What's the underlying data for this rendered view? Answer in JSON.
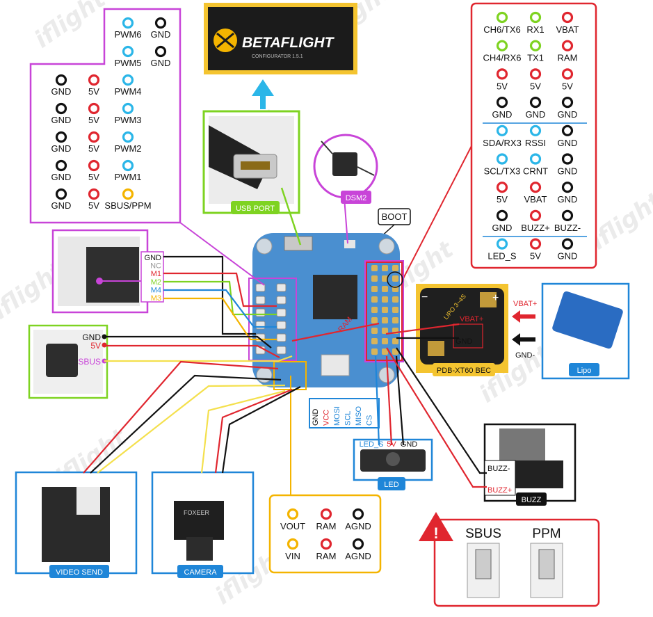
{
  "colors": {
    "magenta": "#c844d8",
    "red": "#e0262f",
    "green": "#7ed321",
    "blue": "#1f86d8",
    "yellow": "#f4b400",
    "cyan": "#2bb6e8",
    "black": "#111111"
  },
  "watermark": "iflight",
  "pwm_panel": {
    "rows": [
      {
        "pins": [
          {
            "c": "cyan",
            "t": "PWM6"
          },
          {
            "c": "black",
            "t": "GND"
          }
        ]
      },
      {
        "pins": [
          {
            "c": "cyan",
            "t": "PWM5"
          },
          {
            "c": "black",
            "t": "GND"
          }
        ]
      },
      {
        "pins": [
          {
            "c": "black",
            "t": "GND"
          },
          {
            "c": "red",
            "t": "5V"
          },
          {
            "c": "cyan",
            "t": "PWM4"
          }
        ]
      },
      {
        "pins": [
          {
            "c": "black",
            "t": "GND"
          },
          {
            "c": "red",
            "t": "5V"
          },
          {
            "c": "cyan",
            "t": "PWM3"
          }
        ]
      },
      {
        "pins": [
          {
            "c": "black",
            "t": "GND"
          },
          {
            "c": "red",
            "t": "5V"
          },
          {
            "c": "cyan",
            "t": "PWM2"
          }
        ]
      },
      {
        "pins": [
          {
            "c": "black",
            "t": "GND"
          },
          {
            "c": "red",
            "t": "5V"
          },
          {
            "c": "cyan",
            "t": "PWM1"
          }
        ]
      },
      {
        "pins": [
          {
            "c": "black",
            "t": "GND"
          },
          {
            "c": "red",
            "t": "5V"
          },
          {
            "c": "yellow",
            "t": "SBUS/PPM"
          }
        ]
      }
    ]
  },
  "uart_panel": {
    "rows": [
      [
        {
          "c": "green",
          "t": "CH6/TX6"
        },
        {
          "c": "green",
          "t": "RX1"
        },
        {
          "c": "red",
          "t": "VBAT"
        }
      ],
      [
        {
          "c": "green",
          "t": "CH4/RX6"
        },
        {
          "c": "green",
          "t": "TX1"
        },
        {
          "c": "red",
          "t": "RAM"
        }
      ],
      [
        {
          "c": "red",
          "t": "5V"
        },
        {
          "c": "red",
          "t": "5V"
        },
        {
          "c": "red",
          "t": "5V"
        }
      ],
      [
        {
          "c": "black",
          "t": "GND"
        },
        {
          "c": "black",
          "t": "GND"
        },
        {
          "c": "black",
          "t": "GND"
        }
      ],
      [
        {
          "c": "cyan",
          "t": "SDA/RX3"
        },
        {
          "c": "cyan",
          "t": "RSSI"
        },
        {
          "c": "black",
          "t": "GND"
        }
      ],
      [
        {
          "c": "cyan",
          "t": "SCL/TX3"
        },
        {
          "c": "cyan",
          "t": "CRNT"
        },
        {
          "c": "black",
          "t": "GND"
        }
      ],
      [
        {
          "c": "red",
          "t": "5V"
        },
        {
          "c": "red",
          "t": "VBAT"
        },
        {
          "c": "black",
          "t": "GND"
        }
      ],
      [
        {
          "c": "black",
          "t": "GND"
        },
        {
          "c": "red",
          "t": "BUZZ+"
        },
        {
          "c": "black",
          "t": "BUZZ-"
        }
      ],
      [
        {
          "c": "cyan",
          "t": "LED_S"
        },
        {
          "c": "red",
          "t": "5V"
        },
        {
          "c": "black",
          "t": "GND"
        }
      ]
    ]
  },
  "vtx_panel": {
    "rows": [
      [
        {
          "c": "yellow",
          "t": "VOUT"
        },
        {
          "c": "red",
          "t": "RAM"
        },
        {
          "c": "black",
          "t": "AGND"
        }
      ],
      [
        {
          "c": "yellow",
          "t": "VIN"
        },
        {
          "c": "red",
          "t": "RAM"
        },
        {
          "c": "black",
          "t": "AGND"
        }
      ]
    ]
  },
  "betaflight": {
    "name": "BETAFLIGHT",
    "sub": "CONFIGURATOR 1.5.1"
  },
  "tags": {
    "usb": "USB PORT",
    "dsm2": "DSM2",
    "boot": "BOOT",
    "pdb": "PDB-XT60 BEC",
    "lipo": "Lipo",
    "led": "LED",
    "buzz": "BUZZ",
    "video": "VIDEO SEND",
    "camera": "CAMERA"
  },
  "esc_labels": [
    "GND",
    "NC",
    "M1",
    "M2",
    "M4",
    "M3"
  ],
  "rx_labels": [
    "GND",
    "5V",
    "SBUS"
  ],
  "spi_labels": [
    "GND",
    "VCC",
    "MOSI",
    "SCL",
    "MISO",
    "CS"
  ],
  "led_labels": [
    "LED_S",
    "5V",
    "GND"
  ],
  "pdb": {
    "vbat": "VBAT+",
    "gnd": "GND",
    "model": "LIPO 3~4S",
    "vbat_arrow": "VBAT+",
    "gnd_arrow": "GND-"
  },
  "buzz_labels": {
    "minus": "BUZZ-",
    "plus": "BUZZ+"
  },
  "fc_ram": "RAM",
  "warning": {
    "sbus": "SBUS",
    "ppm": "PPM"
  }
}
